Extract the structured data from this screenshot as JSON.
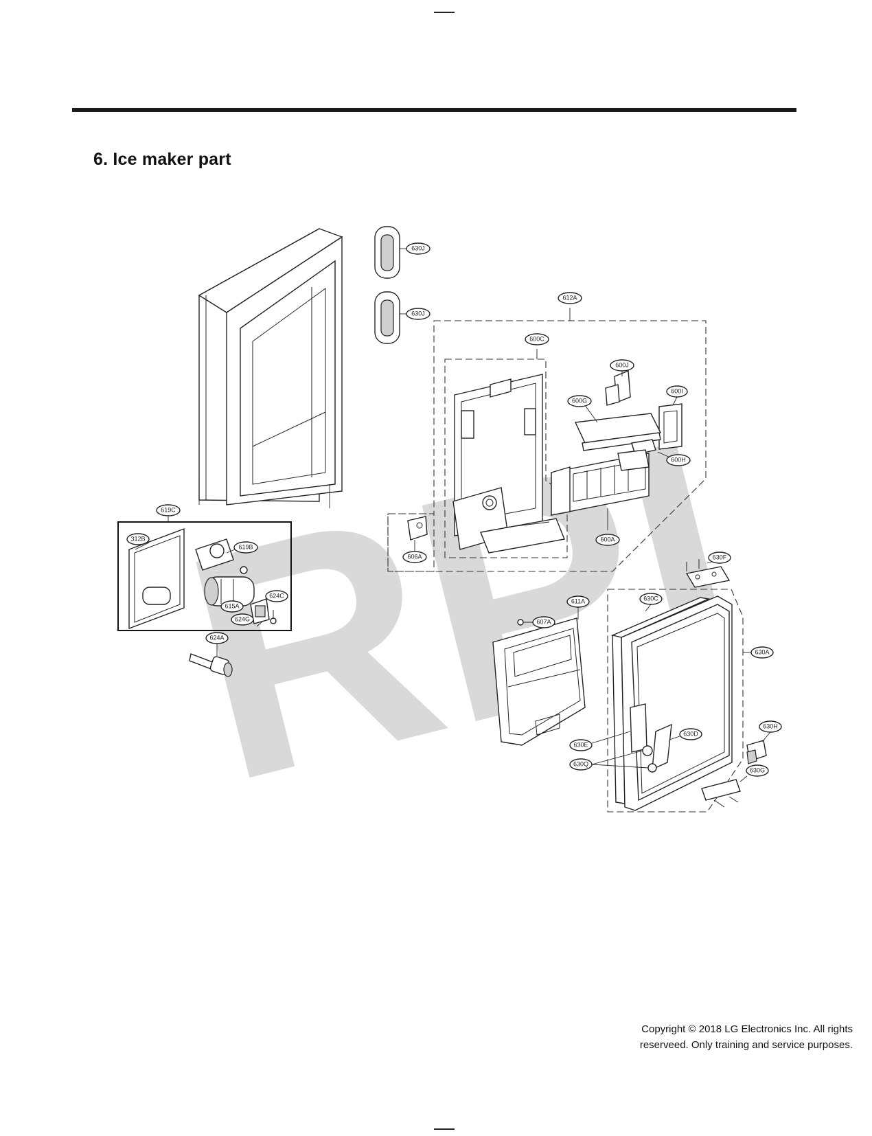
{
  "section_title": "6. Ice maker part",
  "watermark": "RPI",
  "copyright": {
    "line1": "Copyright © 2018 LG Electronics Inc. All rights",
    "line2": "reserveed. Only training and service purposes."
  },
  "callouts": {
    "c630J_top": "630J",
    "c630J_bottom": "630J",
    "c612A": "612A",
    "c600C": "600C",
    "c600J": "600J",
    "c600I": "600I",
    "c600G": "600G",
    "c600H": "600H",
    "c600A": "600A",
    "c606A": "606A",
    "c619C": "619C",
    "c312B": "312B",
    "c619B": "619B",
    "c615A": "615A",
    "c624C": "624C",
    "c624G": "624G",
    "c624A": "624A",
    "c630F": "630F",
    "c630C": "630C",
    "c611A": "611A",
    "c607A": "607A",
    "c630A": "630A",
    "c630H": "630H",
    "c630D": "630D",
    "c630E": "630E",
    "c630Q": "630Q",
    "c630G": "630G"
  }
}
